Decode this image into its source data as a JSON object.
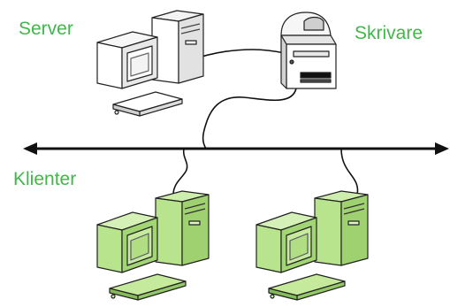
{
  "labels": {
    "server": "Server",
    "printer": "Skrivare",
    "clients": "Klienter"
  },
  "colors": {
    "label_green": "#3fb84a",
    "server_fill": "#ffffff",
    "client_fill": "#b9e48e",
    "outline": "#222222"
  },
  "icons": [
    "server-computer-icon",
    "printer-icon",
    "client-computer-icon",
    "network-arrow-icon"
  ]
}
